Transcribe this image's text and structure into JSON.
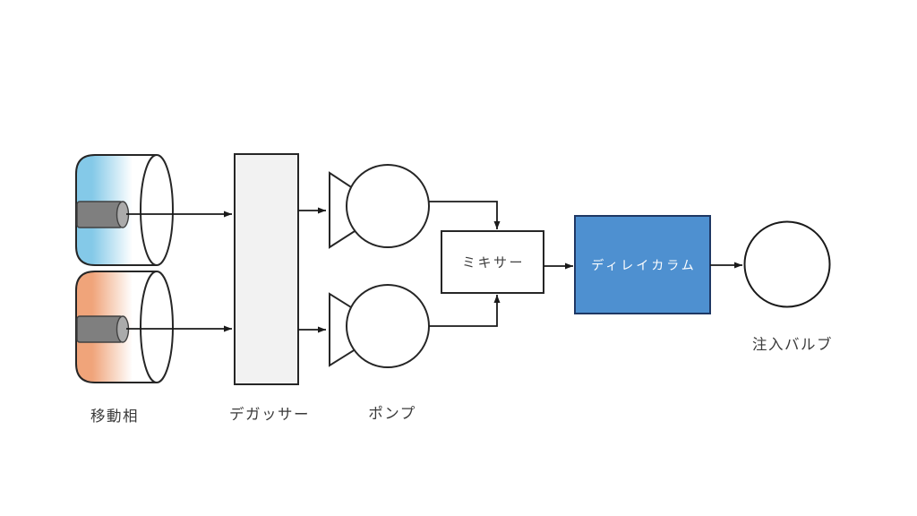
{
  "diagram": {
    "labels": {
      "mobile_phase": "移動相",
      "degasser": "デガッサー",
      "pump": "ポンプ",
      "mixer": "ミキサー",
      "delay_column": "ディレイカラム",
      "injection_valve": "注入バルブ"
    },
    "colors": {
      "line": "#1a1a1a",
      "shape_border": "#262626",
      "label_text": "#3a3a3a",
      "mixer_text": "#404040",
      "mobile_phase_a_blue": "#84c9e8",
      "mobile_phase_b_orange": "#f0a47a",
      "degasser_fill": "#f2f2f2",
      "mixer_fill": "#ffffff",
      "delay_column_fill": "#4e90d0",
      "delay_column_border": "#1f3864",
      "delay_column_text": "#ffffff",
      "filter_body": "#7f7f7f",
      "filter_cap": "#ababab"
    }
  }
}
